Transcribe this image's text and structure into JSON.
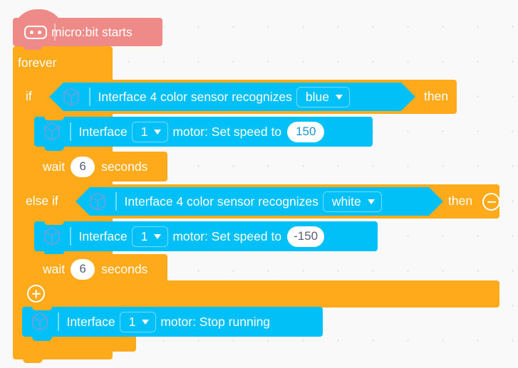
{
  "workspace": {
    "background_color": "#f9f9f9",
    "grid_dot_color": "#dcdcdc"
  },
  "colors": {
    "event_hat": "#ee8b88",
    "control_orange": "#ffaa1a",
    "extension_blue": "#00c0f7",
    "field_white": "#ffffff",
    "number_text": "#1b96d4",
    "number_text_gray": "#575e75"
  },
  "hat_block": {
    "icon": "microbit-icon",
    "label": "micro:bit starts"
  },
  "forever_block": {
    "label": "forever"
  },
  "if_block": {
    "if_keyword": "if",
    "then_keyword": "then",
    "else_if_keyword": "else if",
    "condition_1": {
      "icon": "cube-icon",
      "text_before": "Interface 4 color sensor recognizes",
      "dropdown_value": "blue"
    },
    "condition_2": {
      "icon": "cube-icon",
      "text_before": "Interface 4 color sensor recognizes",
      "dropdown_value": "white"
    },
    "remove_branch_button": "minus-circle-icon",
    "add_branch_button": "plus-circle-icon"
  },
  "statements": [
    {
      "id": "motor-speed-1",
      "icon": "cube-icon",
      "label_before": "Interface",
      "dropdown_value": "1",
      "label_after": "motor: Set speed to",
      "number_value": "150",
      "kind": "blue"
    },
    {
      "id": "wait-1",
      "label_before": "wait",
      "number_value": "6",
      "label_after": "seconds",
      "kind": "orange"
    },
    {
      "id": "motor-speed-2",
      "icon": "cube-icon",
      "label_before": "Interface",
      "dropdown_value": "1",
      "label_after": "motor: Set speed to",
      "number_value": "-150",
      "kind": "blue"
    },
    {
      "id": "wait-2",
      "label_before": "wait",
      "number_value": "6",
      "label_after": "seconds",
      "kind": "orange"
    },
    {
      "id": "motor-stop",
      "icon": "cube-icon",
      "label_before": "Interface",
      "dropdown_value": "1",
      "label_after": "motor: Stop running",
      "kind": "blue"
    }
  ]
}
